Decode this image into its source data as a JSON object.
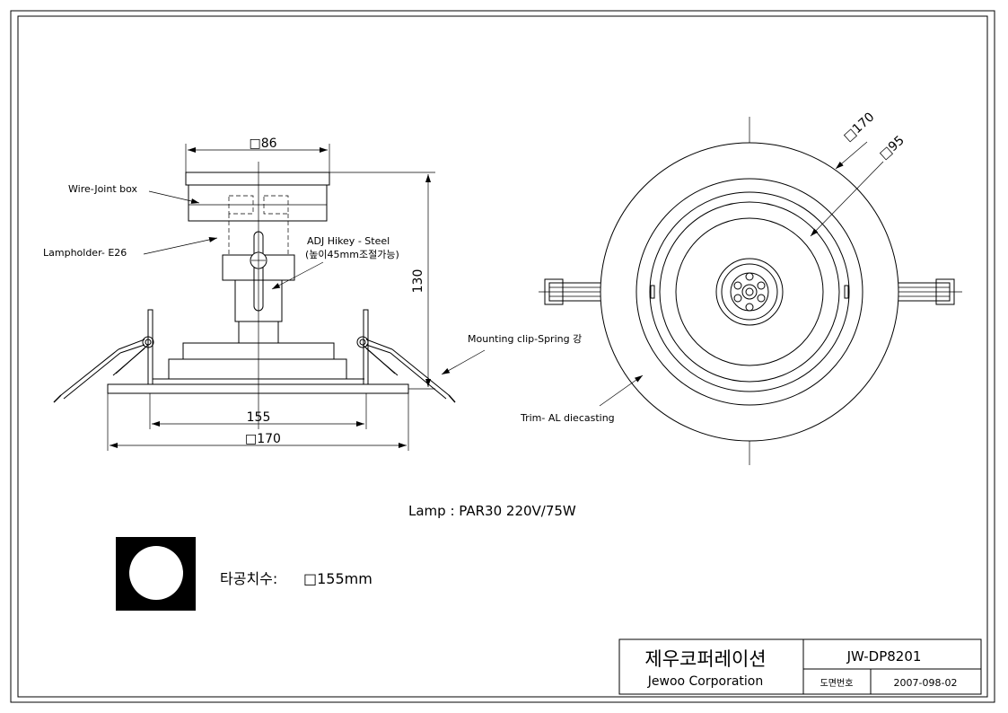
{
  "side_view": {
    "dim_top": "□86",
    "dim_height": "130",
    "dim_inner": "155",
    "dim_outer": "□170",
    "label_wire_box": "Wire-Joint box",
    "label_lampholder": "Lampholder- E26",
    "label_hikey_1": "ADJ Hikey - Steel",
    "label_hikey_2": "(높이45mm조절가능)",
    "label_clip": "Mounting clip-Spring 강"
  },
  "front_view": {
    "dim_outer": "□170",
    "dim_inner": "□95",
    "label_trim": "Trim- AL diecasting"
  },
  "lamp_spec": "Lamp : PAR30 220V/75W",
  "cutout": {
    "label": "타공치수:",
    "value": "□155mm"
  },
  "title_block": {
    "company_kr": "제우코퍼레이션",
    "company_en": "Jewoo Corporation",
    "model": "JW-DP8201",
    "drawing_no_label": "도면번호",
    "drawing_no": "2007-098-02"
  }
}
